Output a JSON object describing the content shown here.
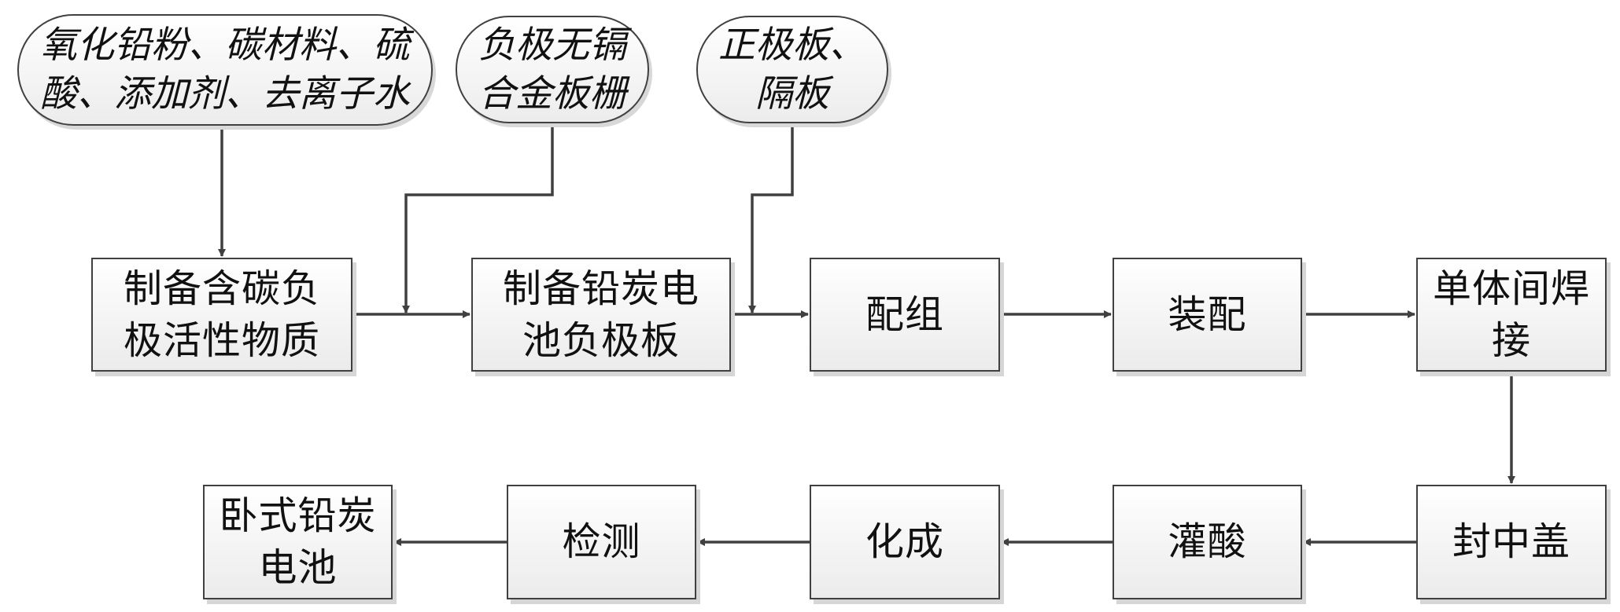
{
  "diagram": {
    "title": "",
    "colors": {
      "line": "#404040",
      "box_border": "#404040",
      "box_fill_top": "#ffffff",
      "box_fill_bottom": "#ebebeb",
      "text": "#111111"
    },
    "inputs": [
      {
        "id": "raw-materials",
        "lines": [
          "氧化铅粉、碳材料、硫",
          "酸、添加剂、去离子水"
        ]
      },
      {
        "id": "grid",
        "lines": [
          "负极无镉",
          "合金板栅"
        ]
      },
      {
        "id": "plates",
        "lines": [
          "正极板、",
          "隔板"
        ]
      }
    ],
    "steps": [
      {
        "id": "prepare-active-material",
        "lines": [
          "制备含碳负",
          "极活性物质"
        ]
      },
      {
        "id": "prepare-negative-plate",
        "lines": [
          "制备铅炭电",
          "池负极板"
        ]
      },
      {
        "id": "grouping",
        "lines": [
          "配组"
        ]
      },
      {
        "id": "assembly",
        "lines": [
          "装配"
        ]
      },
      {
        "id": "inter-cell-welding",
        "lines": [
          "单体间焊",
          "接"
        ]
      },
      {
        "id": "seal-middle-cover",
        "lines": [
          "封中盖"
        ]
      },
      {
        "id": "acid-filling",
        "lines": [
          "灌酸"
        ]
      },
      {
        "id": "formation",
        "lines": [
          "化成"
        ]
      },
      {
        "id": "inspection",
        "lines": [
          "检测"
        ]
      },
      {
        "id": "final-product",
        "lines": [
          "卧式铅炭",
          "电池"
        ]
      }
    ],
    "edges": [
      {
        "from": "raw-materials",
        "to": "prepare-active-material"
      },
      {
        "from": "grid",
        "to": "prepare-negative-plate"
      },
      {
        "from": "plates",
        "to": "grouping"
      },
      {
        "from": "prepare-active-material",
        "to": "prepare-negative-plate"
      },
      {
        "from": "prepare-negative-plate",
        "to": "grouping"
      },
      {
        "from": "grouping",
        "to": "assembly"
      },
      {
        "from": "assembly",
        "to": "inter-cell-welding"
      },
      {
        "from": "inter-cell-welding",
        "to": "seal-middle-cover"
      },
      {
        "from": "seal-middle-cover",
        "to": "acid-filling"
      },
      {
        "from": "acid-filling",
        "to": "formation"
      },
      {
        "from": "formation",
        "to": "inspection"
      },
      {
        "from": "inspection",
        "to": "final-product"
      }
    ]
  }
}
